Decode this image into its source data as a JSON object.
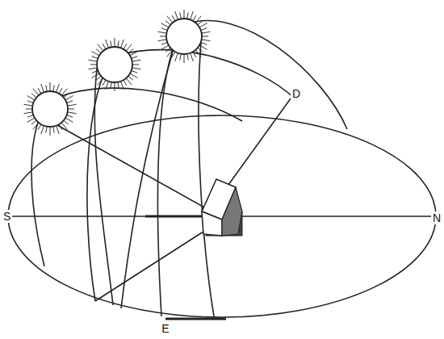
{
  "diagram": {
    "labels": [
      "S",
      "N",
      "E",
      "D"
    ]
  }
}
